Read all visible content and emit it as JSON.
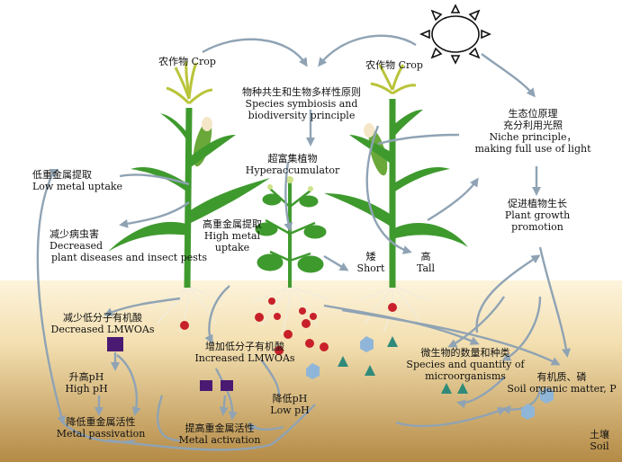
{
  "labels": {
    "crop_left": "农作物 Crop",
    "crop_right": "农作物 Crop",
    "species_cn": "物种共生和生物多样性原则",
    "species_en1": "Species symbiosis and",
    "species_en2": "biodiversity principle",
    "niche_cn1": "生态位原理",
    "niche_cn2": "充分利用光照",
    "niche_en1": "Niche principle，",
    "niche_en2": "making full use of light",
    "growth_cn": "促进植物生长",
    "growth_en1": "Plant growth",
    "growth_en2": "promotion",
    "hyper_cn": "超富集植物",
    "hyper_en": "Hyperaccumulator",
    "low_uptake_cn": "低重金属提取",
    "low_uptake_en": "Low metal uptake",
    "decreased_cn": "减少病虫害",
    "decreased_en1": "Decreased",
    "decreased_en2": "plant diseases and insect pests",
    "high_uptake_cn": "高重金属提取",
    "high_uptake_en1": "High metal",
    "high_uptake_en2": "uptake",
    "short_cn": "矮",
    "short_en": "Short",
    "tall_cn": "高",
    "tall_en": "Tall",
    "dec_lmw_cn": "减少低分子有机酸",
    "dec_lmw_en": "Decreased LMWOAs",
    "inc_lmw_cn": "增加低分子有机酸",
    "inc_lmw_en": "Increased LMWOAs",
    "highph_cn": "升高pH",
    "highph_en": "High pH",
    "lowph_cn": "降低pH",
    "lowph_en": "Low pH",
    "passiv_cn": "降低重金属活性",
    "passiv_en": "Metal passivation",
    "activ_cn": "提高重金属活性",
    "activ_en": "Metal activation",
    "micro_cn": "微生物的数量和种类",
    "micro_en1": "Species and quantity of",
    "micro_en2": "microorganisms",
    "organic_cn": "有机质、磷",
    "organic_en": "Soil organic matter, P",
    "soil_cn": "土壤",
    "soil_en": "Soil"
  },
  "colors": {
    "soil_top": "#fbf0d4",
    "soil_bottom": "#b8924a",
    "arrow": "#8fa3b4",
    "leaf": "#3f9a2e",
    "leaf_dark": "#2d7a22",
    "tassel": "#b9c43a",
    "root": "#e8e2cf",
    "red_dot": "#c8202a",
    "purple": "#4a1a73",
    "blue_hex": "#8fb6d8",
    "teal_tri": "#2f8a7a",
    "sun": "#111111"
  }
}
